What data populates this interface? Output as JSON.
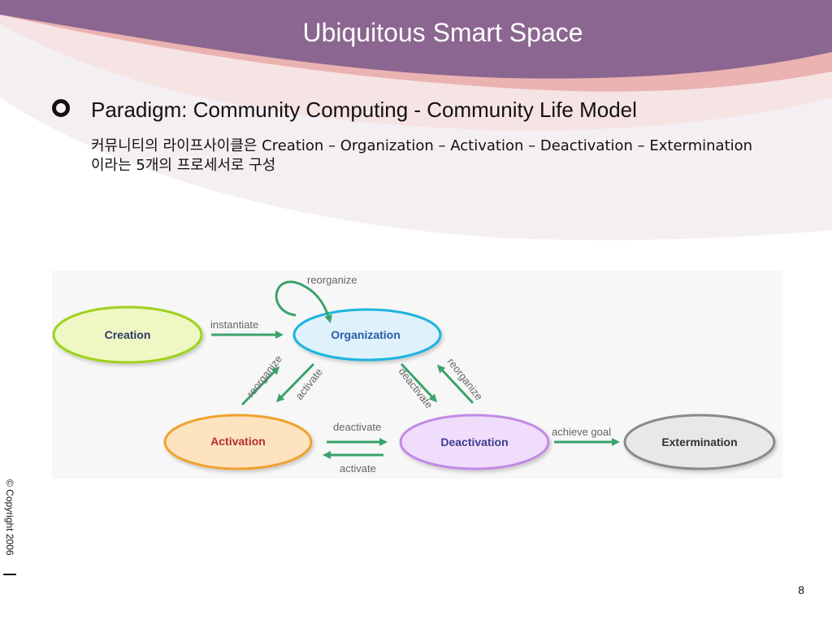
{
  "slide": {
    "title": "Ubiquitous Smart Space",
    "heading": "Paradigm: Community Computing - Community Life Model",
    "line1": "커뮤니티의 라이프사이클은 Creation – Organization – Activation – Deactivation – Extermination",
    "line2": "이라는 5개의 프로세서로 구성",
    "copyright": "© Copyright 2006",
    "page_number": "8"
  },
  "colors": {
    "banner": "#8b6690",
    "accent_pink": "#eab3b1",
    "arrow_green": "#3aa36a",
    "creation": "#9ed21a",
    "organization": "#1ab4e0",
    "activation": "#f0a12e",
    "deactivation": "#c28ae6",
    "extermination": "#8a8a8a"
  },
  "diagram": {
    "nodes": {
      "creation": "Creation",
      "organization": "Organization",
      "activation": "Activation",
      "deactivation": "Deactivation",
      "extermination": "Extermination"
    },
    "edges": {
      "reorganize_loop": "reorganize",
      "instantiate": "instantiate",
      "reorganize_left": "reorganize",
      "activate_left": "activate",
      "deactivate_right": "deactivate",
      "reorganize_right": "reorganize",
      "deactivate_bottom": "deactivate",
      "activate_bottom": "activate",
      "achieve_goal": "achieve goal"
    }
  }
}
